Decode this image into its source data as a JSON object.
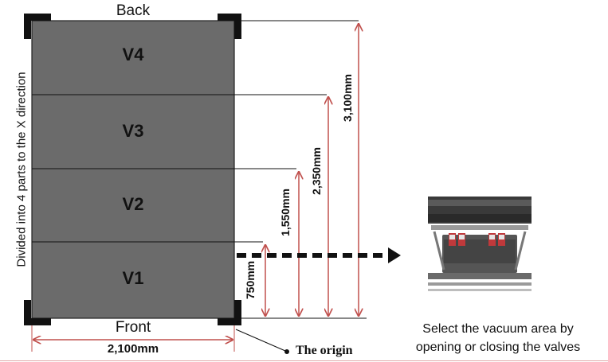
{
  "labels": {
    "back": "Back",
    "front": "Front",
    "side_note": "Divided into 4 parts to the X direction",
    "origin": "The origin",
    "width": "2,100mm"
  },
  "zones": [
    "V4",
    "V3",
    "V2",
    "V1"
  ],
  "dimensions": [
    "750mm",
    "1,550mm",
    "2,350mm",
    "3,100mm"
  ],
  "caption": {
    "line1": "Select the vacuum area by",
    "line2": "opening or closing the valves"
  },
  "colors": {
    "table": "#6b6b6b",
    "dimension": "#c0504d",
    "corner": "#111111"
  }
}
